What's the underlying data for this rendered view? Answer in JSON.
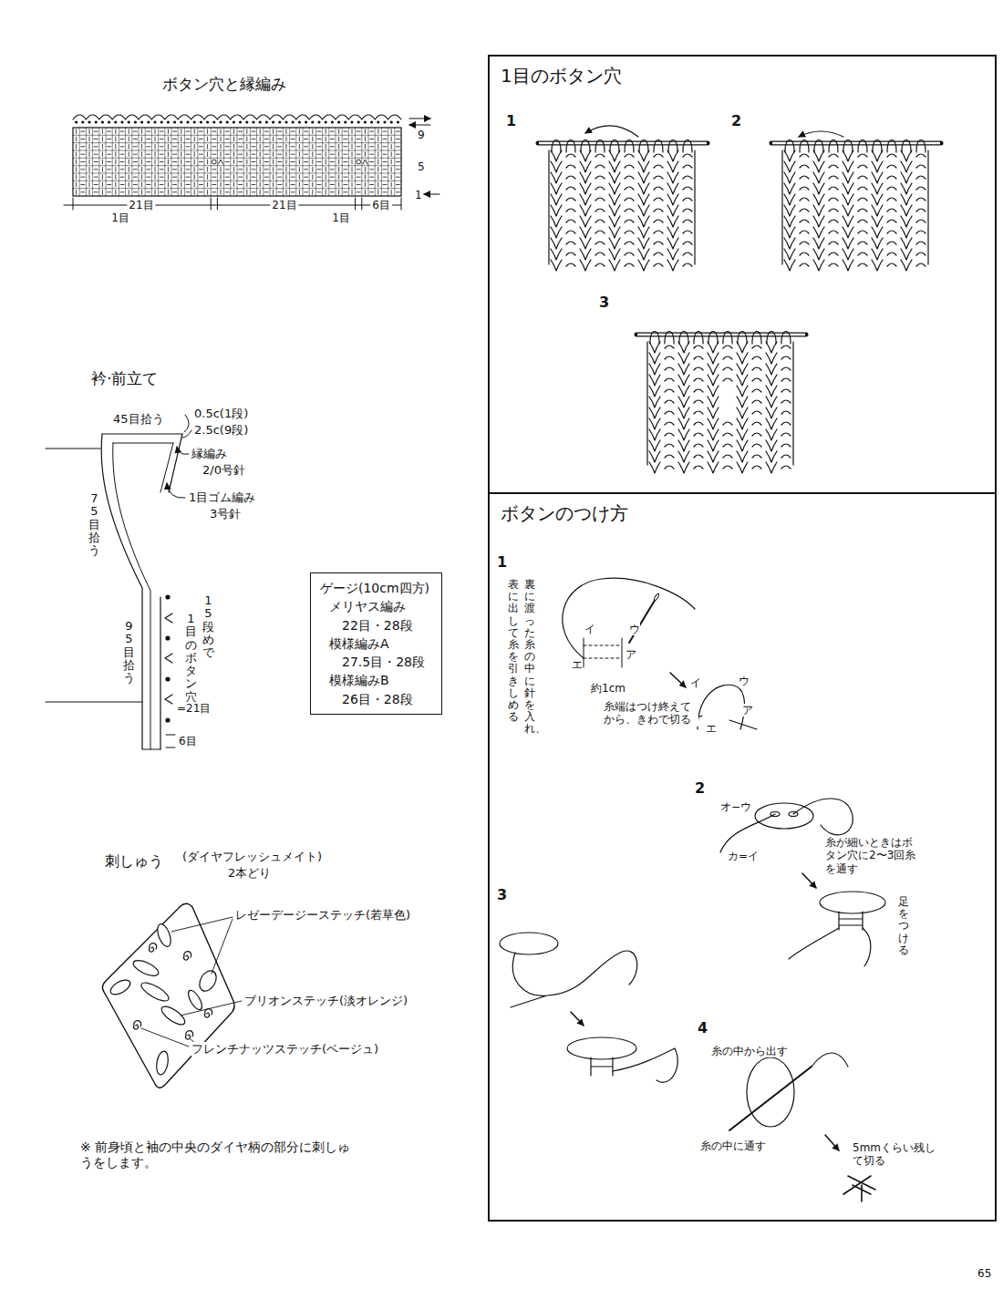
{
  "diagram": {
    "nodes": [
      {
        "text": [
          "1目のボタン穴"
        ]
      },
      {
        "text": [
          "ゲージ(10cm四方)",
          "メリヤス編み",
          "22目・28段",
          "模様編みA",
          "27.5目・28段",
          "模様編みB",
          "26目・28段"
        ]
      },
      {
        "text": [
          "ボタンのつけ方"
        ]
      }
    ],
    "labels": [
      "ボタン穴と縁編み",
      "9",
      "5",
      "1",
      "21目",
      "1目",
      "21目",
      "1目",
      "6目",
      "衿·前立て",
      "45目拾う",
      "0.5c(1段)",
      "2.5c(9段)",
      "縁編み",
      "2/0号針",
      "1目ゴム編み",
      "3号針",
      "75目拾う",
      "95目拾う",
      "15段めで",
      "1目のボタン穴",
      "=21目",
      "6目",
      "刺しゅう",
      "(ダイヤフレッシュメイト)",
      "2本どり",
      "レゼーデージーステッチ(若草色)",
      "ブリオンステッチ(淡オレンジ)",
      "フレンチナッツステッチ(ベージュ)",
      "※ 前身頃と袖の中央のダイヤ柄の部分に刺しゅうをします。",
      "1",
      "2",
      "3",
      "1",
      "裏に渡った糸の中に針を入れ、",
      "表に出して糸を引きしめる",
      "イ",
      "ウ",
      "ア",
      "エ",
      "約1cm",
      "糸端はつけ終えてから、きわで切る",
      "イ",
      "ウ",
      "ア",
      "エ",
      "2",
      "オ−ウ",
      "カ=イ",
      "糸が細いときはボタン穴に2〜3回糸を通す",
      "足をつける",
      "3",
      "4",
      "糸の中から出す",
      "糸の中に通す",
      "5mmくらい残して切る",
      "65"
    ]
  }
}
